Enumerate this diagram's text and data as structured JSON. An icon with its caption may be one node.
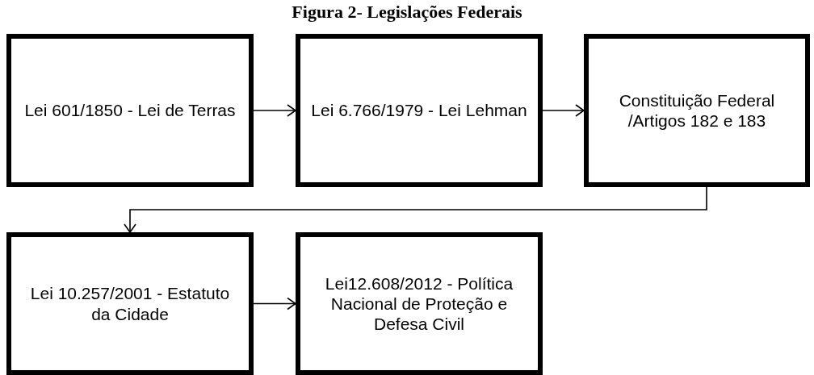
{
  "diagram": {
    "title": "Figura 2- Legislações Federais",
    "nodes": [
      {
        "text": [
          "Lei 601/1850 - Lei de Terras"
        ]
      },
      {
        "text": [
          "Lei 6.766/1979 - Lei Lehman"
        ]
      },
      {
        "text": [
          "Constituição Federal /Artigos 182 e 183"
        ]
      },
      {
        "text": [
          "Lei 10.257/2001 - Estatuto da Cidade"
        ]
      },
      {
        "text": [
          "Lei12.608/2012 - Política Nacional de Proteção e Defesa Civil"
        ]
      }
    ],
    "edges": [
      {
        "from": 0,
        "to": 1,
        "arrow": "to"
      },
      {
        "from": 1,
        "to": 2,
        "arrow": "to"
      },
      {
        "from": 2,
        "to": 3,
        "arrow": "to"
      },
      {
        "from": 3,
        "to": 4,
        "arrow": "to"
      }
    ]
  }
}
